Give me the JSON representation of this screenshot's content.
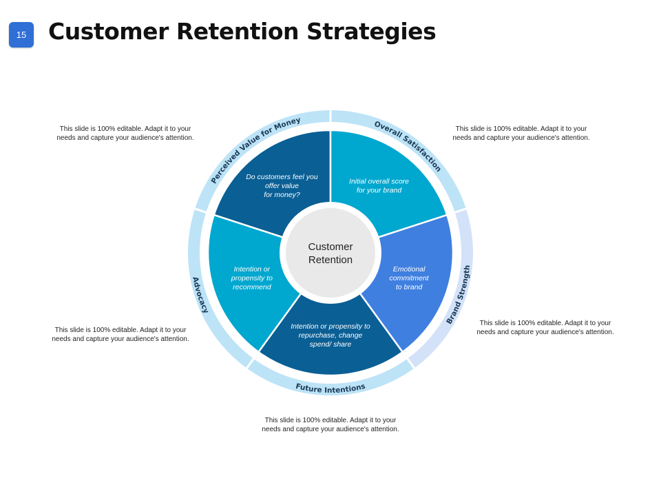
{
  "slide_number": "15",
  "title": "Customer Retention Strategies",
  "center": {
    "line1": "Customer",
    "line2": "Retention"
  },
  "segments": [
    {
      "ring_label": "Perceived Value for Money",
      "text": [
        "Do customers feel you",
        "offer value",
        "for money?"
      ],
      "color": "#0a5f94",
      "ring_color": "#bde3f7"
    },
    {
      "ring_label": "Overall Satisfaction",
      "text": [
        "Initial overall score",
        "for your brand"
      ],
      "color": "#00a7cf",
      "ring_color": "#bde3f7"
    },
    {
      "ring_label": "Brand Strength",
      "text": [
        "Emotional",
        "commitment",
        "to brand"
      ],
      "color": "#3f7fe0",
      "ring_color": "#d3e2f8"
    },
    {
      "ring_label": "Future Intentions",
      "text": [
        "Intention or propensity to",
        "repurchase, change",
        "spend/ share"
      ],
      "color": "#0a5f94",
      "ring_color": "#bde3f7"
    },
    {
      "ring_label": "Advocacy",
      "text": [
        "Intention or",
        "propensity to",
        "recommend"
      ],
      "color": "#00a7cf",
      "ring_color": "#bde3f7"
    }
  ],
  "notes": {
    "top_left": "This slide is 100% editable.  Adapt it to your\nneeds and capture your audience's attention.",
    "top_right": "This slide is 100% editable.  Adapt it to your\nneeds and capture your audience's attention.",
    "middle_right": "This slide is 100% editable.  Adapt it to your\nneeds and capture your audience's attention.",
    "middle_left": "This slide is 100% editable.  Adapt it to your\nneeds and capture your audience's attention.",
    "bottom": "This slide is 100% editable.  Adapt it to your\nneeds and capture your audience's attention."
  },
  "colors": {
    "badge": "#2f6fd6",
    "center_fill": "#e9e9e9",
    "ring_text": "#1a3a56"
  }
}
